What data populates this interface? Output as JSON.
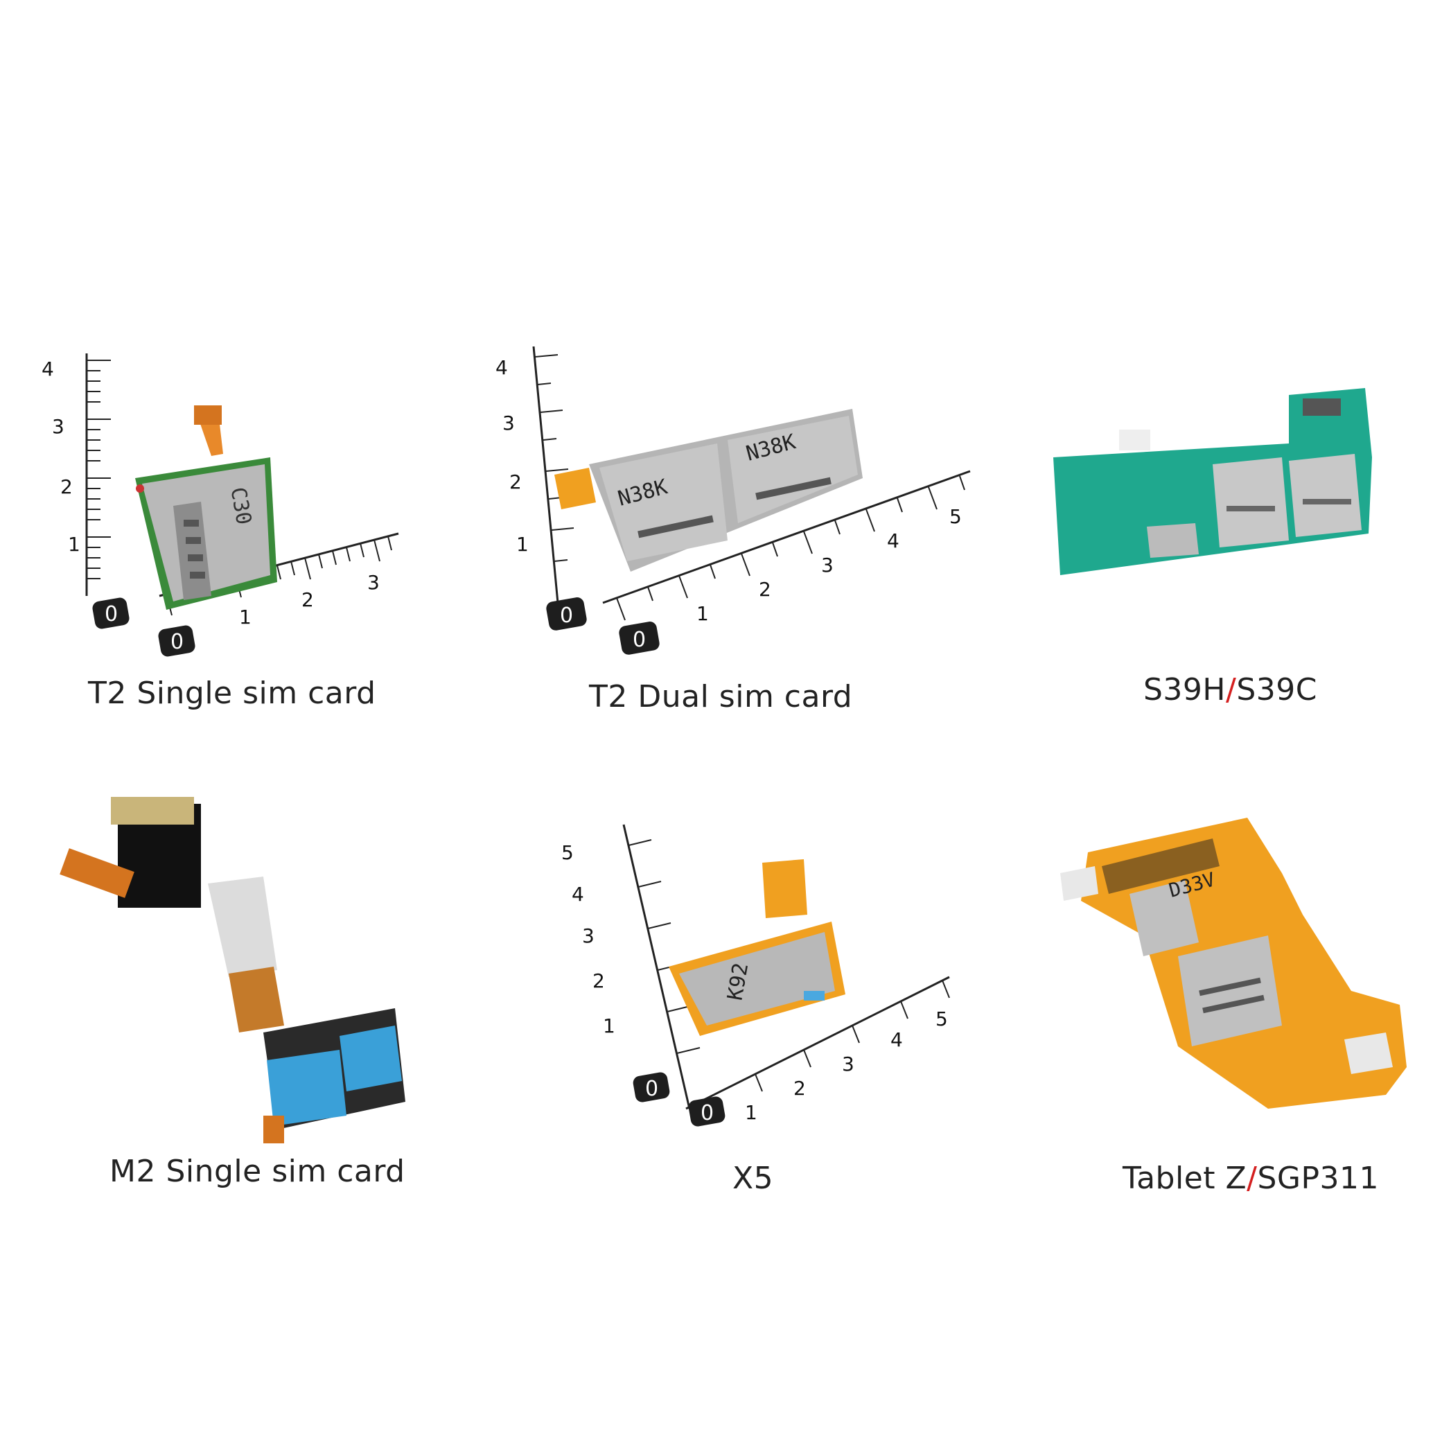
{
  "products": [
    {
      "id": "t2-single",
      "caption": "T2 Single sim card"
    },
    {
      "id": "t2-dual",
      "caption": "T2 Dual sim card"
    },
    {
      "id": "s39",
      "caption_a": "S39H",
      "separator": "/",
      "caption_b": "S39C"
    },
    {
      "id": "m2-single",
      "caption": "M2 Single sim card"
    },
    {
      "id": "x5",
      "caption": "X5"
    },
    {
      "id": "tablet-z",
      "caption_a": "Tablet Z",
      "separator": "/",
      "caption_b": "SGP311"
    }
  ],
  "ruler": {
    "zero": "0",
    "n1": "1",
    "n2": "2",
    "n3": "3",
    "n4": "4",
    "n5": "5"
  },
  "chip_markings": {
    "t2_single": "C30",
    "t2_dual_a": "N38K",
    "t2_dual_b": "N38K",
    "x5": "K92",
    "tablet_z": "D33V"
  },
  "colors": {
    "slash": "#d42020",
    "pcb_green": "#1fa88e",
    "flex_orange": "#f0a020",
    "metal": "#a8a8a8"
  }
}
